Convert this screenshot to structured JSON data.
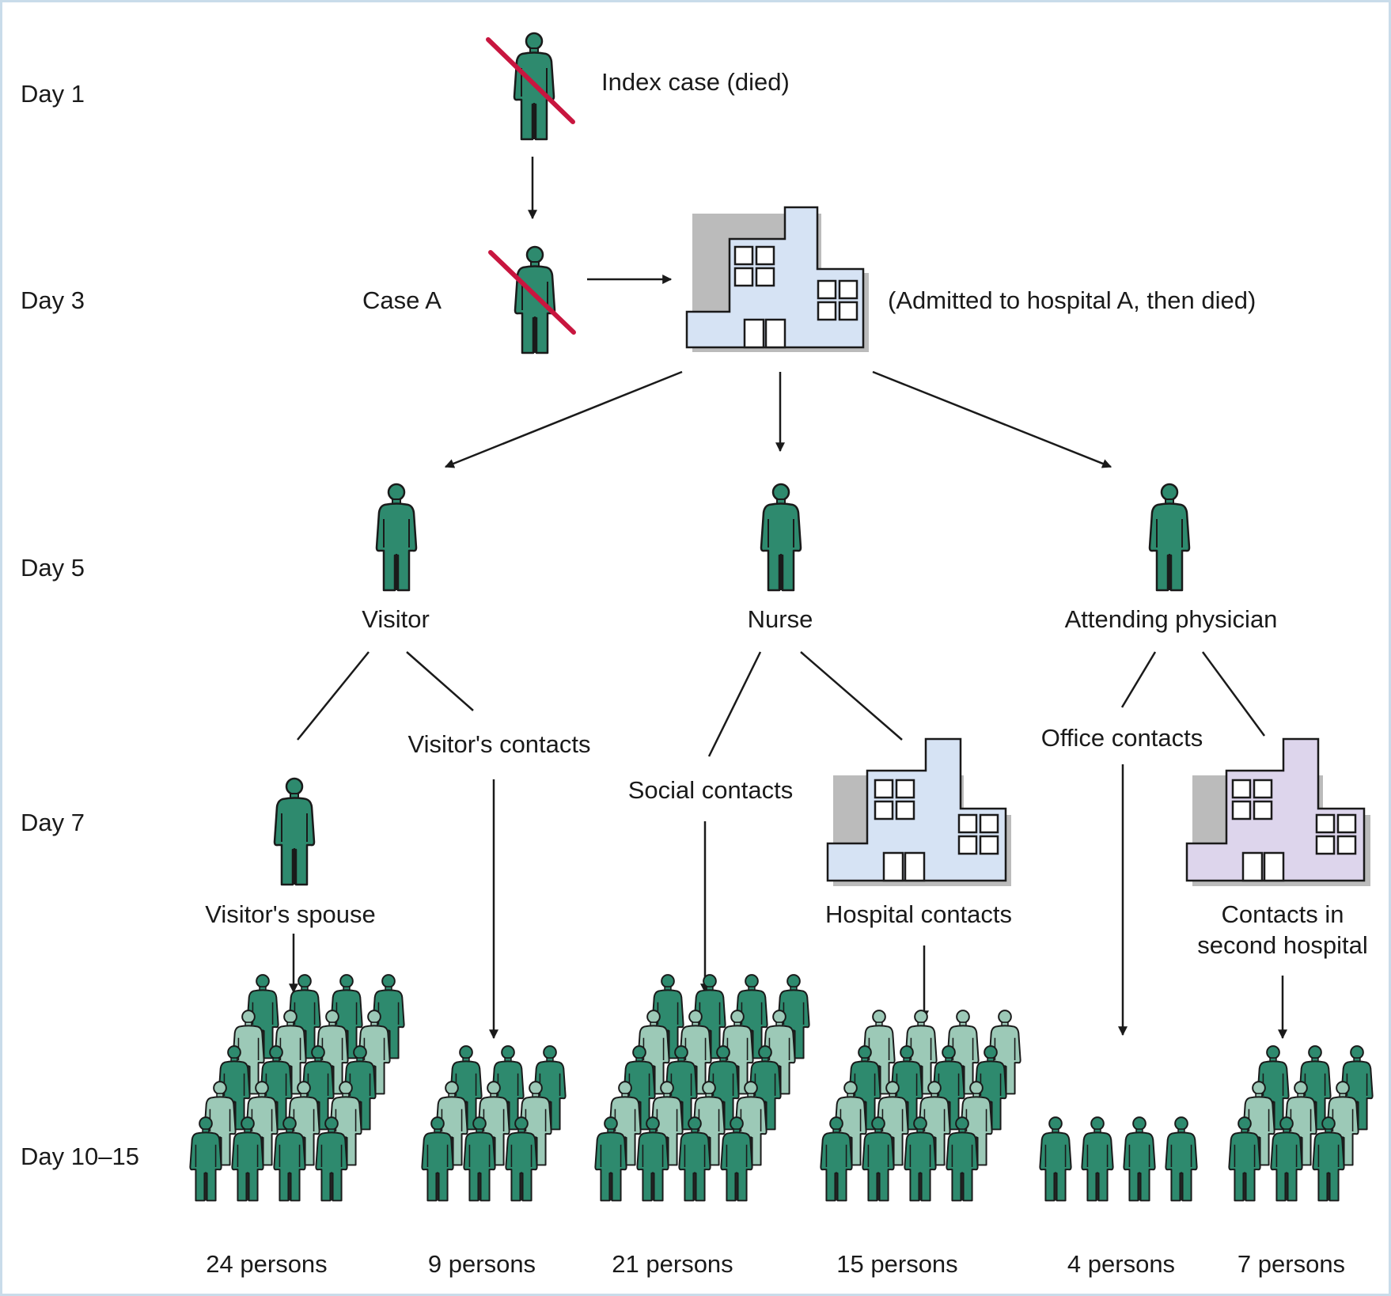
{
  "days": {
    "d1": "Day 1",
    "d3": "Day 3",
    "d5": "Day 5",
    "d7": "Day 7",
    "d10": "Day 10–15"
  },
  "labels": {
    "index_case": "Index case (died)",
    "case_a": "Case A",
    "hospital_a": "(Admitted to hospital A, then died)",
    "visitor": "Visitor",
    "nurse": "Nurse",
    "physician": "Attending physician",
    "visitors_contacts": "Visitor's contacts",
    "social_contacts": "Social contacts",
    "office_contacts": "Office contacts",
    "visitors_spouse": "Visitor's spouse",
    "hospital_contacts": "Hospital contacts",
    "second_hospital_line1": "Contacts in",
    "second_hospital_line2": "second hospital"
  },
  "counts": {
    "c1": "24 persons",
    "c2": "9 persons",
    "c3": "21 persons",
    "c4": "15 persons",
    "c5": "4 persons",
    "c6": "7 persons"
  },
  "colors": {
    "person_dark": "#2e8a6e",
    "person_light": "#9cc9b7",
    "deceased_mark": "#c8163f",
    "hospital_blue": "#d6e3f4",
    "hospital_lilac": "#ddd5ec",
    "frame": "#c9dcea"
  }
}
